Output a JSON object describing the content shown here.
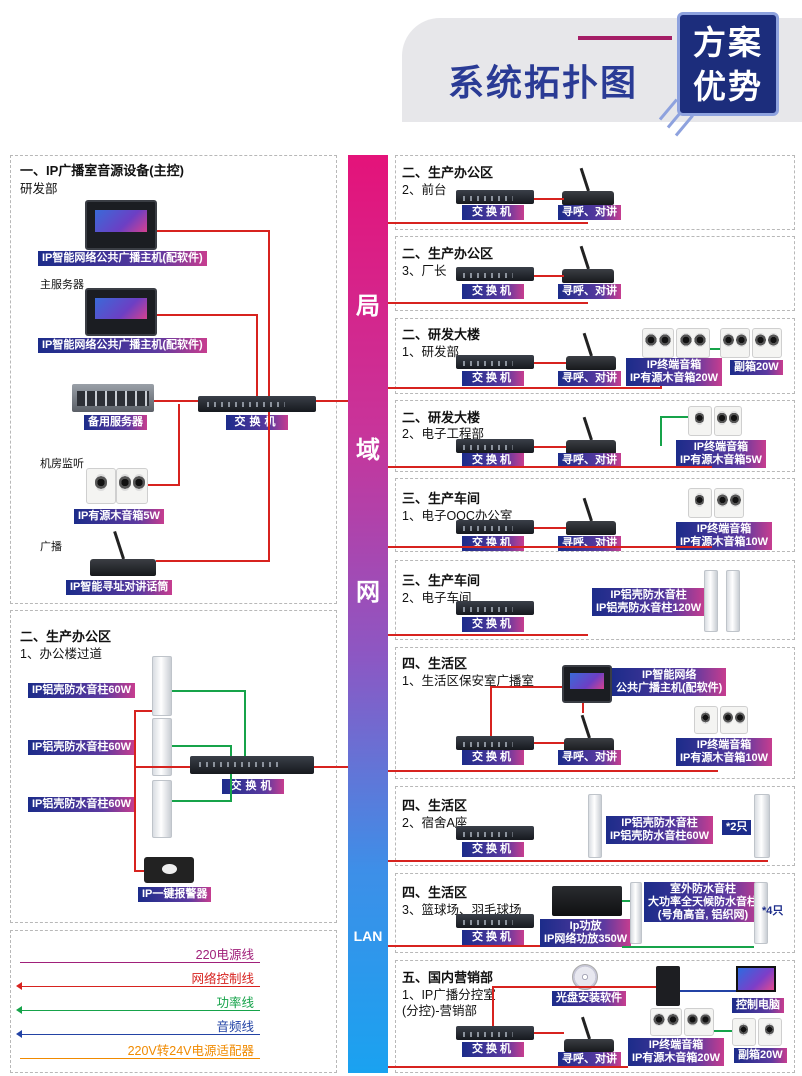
{
  "header": {
    "title": "系统拓扑图",
    "badge_line1": "方案",
    "badge_line2": "优势"
  },
  "lan_bar": {
    "chars": [
      "局",
      "域",
      "网"
    ],
    "bottom_label": "LAN"
  },
  "left_panel_1": {
    "title": "一、IP广播室音源设备(主控)",
    "subtitle": "研发部",
    "host_label": "IP智能网络公共广播主机(配软件)",
    "main_server_note": "主服务器",
    "host2_label": "IP智能网络公共广播主机(配软件)",
    "backup_label": "备用服务器",
    "switch_label": "交换机",
    "monitor_note": "机房监听",
    "speaker_label": "IP有源木音箱5W",
    "broadcast_note": "广播",
    "mic_label": "IP智能寻址对讲话筒"
  },
  "left_panel_2": {
    "title": "二、生产办公区",
    "subtitle": "1、办公楼过道",
    "column1_label": "IP铝壳防水音柱60W",
    "column2_label": "IP铝壳防水音柱60W",
    "column3_label": "IP铝壳防水音柱60W",
    "switch_label": "交换机",
    "alarm_label": "IP一键报警器"
  },
  "legend": {
    "items": [
      {
        "label": "220电源线",
        "color": "#a0207a"
      },
      {
        "label": "网络控制线",
        "color": "#d7231f"
      },
      {
        "label": "功率线",
        "color": "#16a34a"
      },
      {
        "label": "音频线",
        "color": "#2343a5"
      },
      {
        "label": "220V转24V电源适配器",
        "color": "#f08a00"
      }
    ]
  },
  "right_panels": [
    {
      "title": "二、生产办公区",
      "subtitle": "2、前台",
      "switch": "交换机",
      "mic": "寻呼、对讲"
    },
    {
      "title": "二、生产办公区",
      "subtitle": "3、厂长",
      "switch": "交换机",
      "mic": "寻呼、对讲"
    },
    {
      "title": "二、研发大楼",
      "subtitle": "1、研发部",
      "switch": "交换机",
      "mic": "寻呼、对讲",
      "speaker_l1": "IP终端音箱",
      "speaker_l2": "IP有源木音箱20W",
      "aux": "副箱20W"
    },
    {
      "title": "二、研发大楼",
      "subtitle": "2、电子工程部",
      "switch": "交换机",
      "mic": "寻呼、对讲",
      "speaker_l1": "IP终端音箱",
      "speaker_l2": "IP有源木音箱5W"
    },
    {
      "title": "三、生产车间",
      "subtitle": "1、电子OQC办公室",
      "switch": "交换机",
      "mic": "寻呼、对讲",
      "speaker_l1": "IP终端音箱",
      "speaker_l2": "IP有源木音箱10W"
    },
    {
      "title": "三、生产车间",
      "subtitle": "2、电子车间",
      "switch": "交换机",
      "column_l1": "IP铝壳防水音柱",
      "column_l2": "IP铝壳防水音柱120W"
    },
    {
      "title": "四、生活区",
      "subtitle": "1、生活区保安室广播室",
      "switch": "交换机",
      "mic": "寻呼、对讲",
      "host_l1": "IP智能网络",
      "host_l2": "公共广播主机(配软件)",
      "speaker_l1": "IP终端音箱",
      "speaker_l2": "IP有源木音箱10W"
    },
    {
      "title": "四、生活区",
      "subtitle": "2、宿舍A座",
      "switch": "交换机",
      "column_l1": "IP铝壳防水音柱",
      "column_l2": "IP铝壳防水音柱60W",
      "count": "*2只"
    },
    {
      "title": "四、生活区",
      "subtitle": "3、篮球场、羽毛球场",
      "switch": "交换机",
      "amp_l1": "Ip功放",
      "amp_l2": "IP网络功放350W",
      "outdoor_l1": "室外防水音柱",
      "outdoor_l2": "大功率全天候防水音柱",
      "outdoor_l3": "(号角高音, 铝织网)",
      "count": "*4只"
    },
    {
      "title": "五、国内营销部",
      "subtitle": "1、IP广播分控室",
      "subtitle2": "(分控)-营销部",
      "switch": "交换机",
      "mic": "寻呼、对讲",
      "cd": "光盘安装软件",
      "pc": "控制电脑",
      "speaker_l1": "IP终端音箱",
      "speaker_l2": "IP有源木音箱20W",
      "aux": "副箱20W"
    }
  ]
}
